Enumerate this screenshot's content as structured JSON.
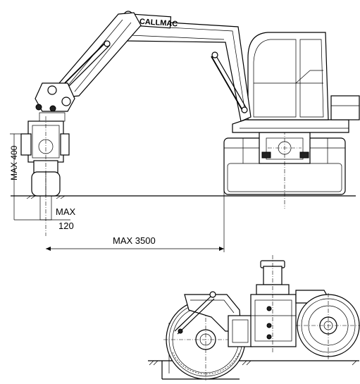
{
  "brand": "CALLMAC",
  "dimensions": {
    "height_label": "MAX 400",
    "depth_label_line1": "MAX",
    "depth_label_line2": "120",
    "reach_label": "MAX 3500"
  },
  "colors": {
    "line": "#000000",
    "background": "#ffffff"
  }
}
